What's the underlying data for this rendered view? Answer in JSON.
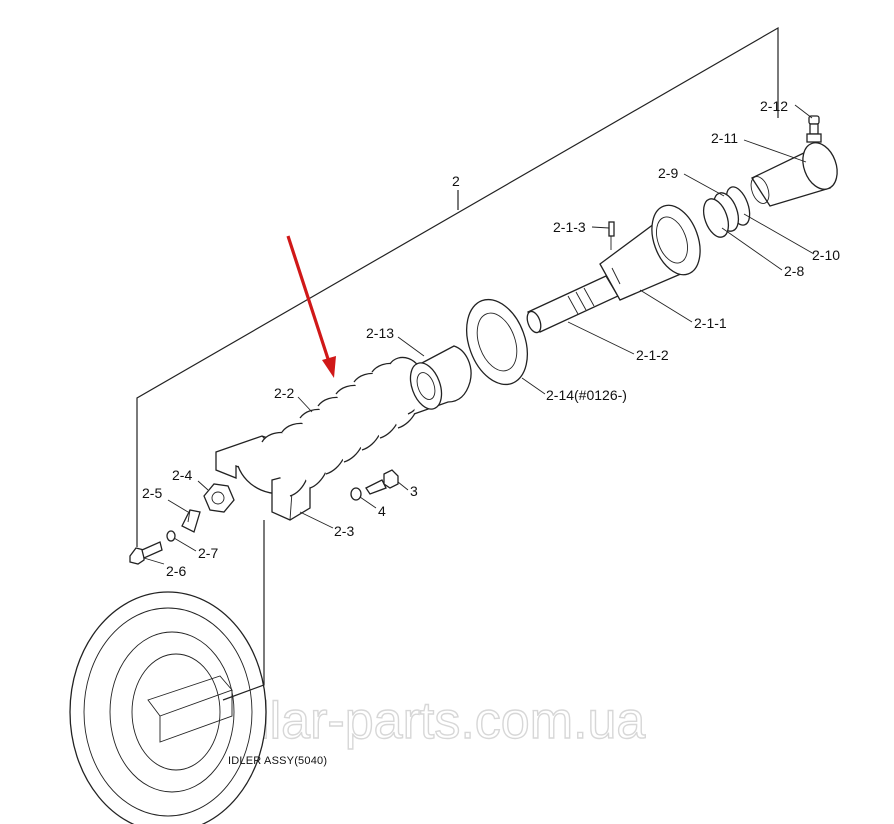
{
  "labels": {
    "group_2": "2",
    "part_2_12": "2-12",
    "part_2_11": "2-11",
    "part_2_9": "2-9",
    "part_2_10": "2-10",
    "part_2_8": "2-8",
    "part_2_1_3": "2-1-3",
    "part_2_1_1": "2-1-1",
    "part_2_1_2": "2-1-2",
    "part_2_13": "2-13",
    "part_2_14": "2-14(#0126-)",
    "part_2_2": "2-2",
    "part_2_3": "2-3",
    "part_2_4": "2-4",
    "part_2_5": "2-5",
    "part_2_6": "2-6",
    "part_2_7": "2-7",
    "part_3": "3",
    "part_4": "4"
  },
  "caption": "IDLER ASSY(5040)",
  "watermark": "caterpillar-parts.com.ua",
  "colors": {
    "highlight_arrow": "#d01818",
    "line_art": "#222222",
    "watermark": "#d7d7d7"
  }
}
